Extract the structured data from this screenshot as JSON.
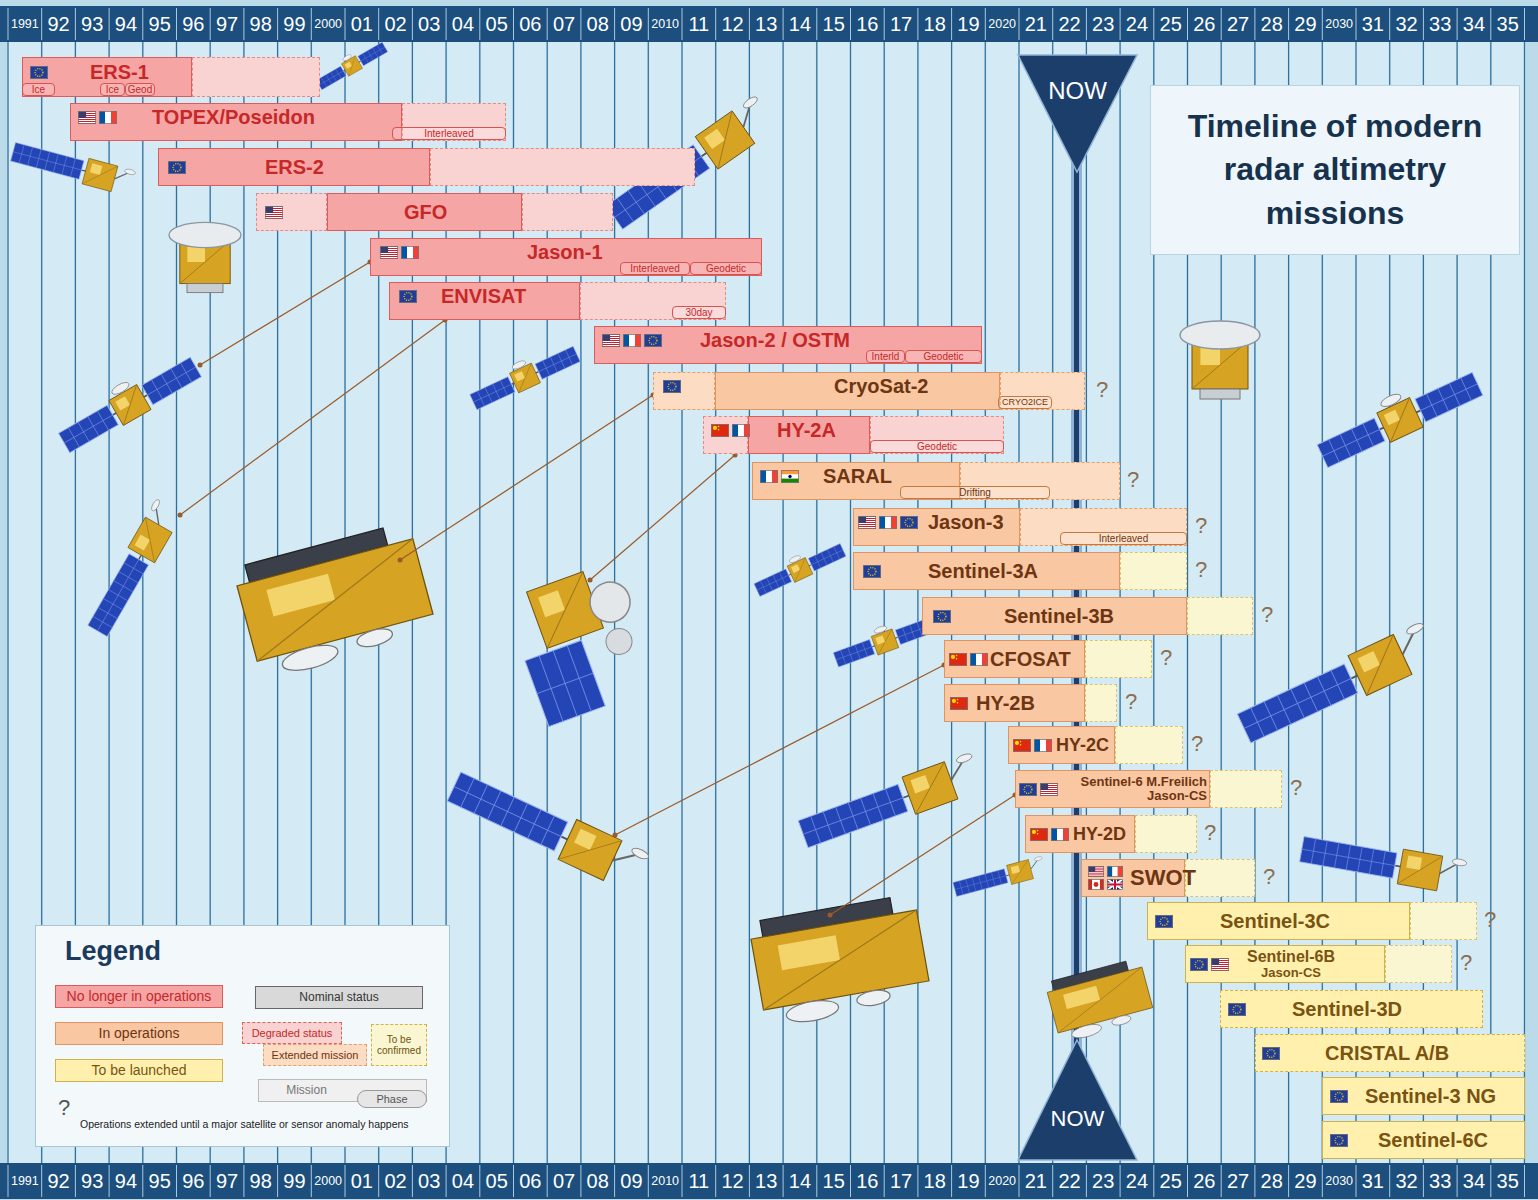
{
  "diagram": {
    "title": "Timeline of modern radar altimetry missions",
    "nodes": [
      {
        "text": [
          "ERS-1"
        ]
      },
      {
        "text": [
          "Ice"
        ],
        "in": 0
      },
      {
        "text": [
          "Ice"
        ],
        "in": 0
      },
      {
        "text": [
          "Geod"
        ],
        "in": 0
      },
      {
        "text": [
          "TOPEX/Poseidon"
        ]
      },
      {
        "text": [
          "Interleaved"
        ],
        "in": 4
      },
      {
        "text": [
          "ERS-2"
        ]
      },
      {
        "text": [
          "GFO"
        ]
      },
      {
        "text": [
          "Jason-1"
        ]
      },
      {
        "text": [
          "Interleaved"
        ],
        "in": 8
      },
      {
        "text": [
          "Geodetic"
        ],
        "in": 8
      },
      {
        "text": [
          "ENVISAT"
        ]
      },
      {
        "text": [
          "30day"
        ],
        "in": 11
      },
      {
        "text": [
          "Jason-2 / OSTM"
        ]
      },
      {
        "text": [
          "Interld"
        ],
        "in": 13
      },
      {
        "text": [
          "Geodetic"
        ],
        "in": 13
      },
      {
        "text": [
          "CryoSat-2"
        ]
      },
      {
        "text": [
          "CRYO2ICE"
        ],
        "in": 16
      },
      {
        "text": [
          "HY-2A"
        ]
      },
      {
        "text": [
          "Geodetic"
        ],
        "in": 18
      },
      {
        "text": [
          "SARAL"
        ]
      },
      {
        "text": [
          "Drifting"
        ],
        "in": 20
      },
      {
        "text": [
          "Jason-3"
        ]
      },
      {
        "text": [
          "Interleaved"
        ],
        "in": 22
      },
      {
        "text": [
          "Sentinel-3A"
        ]
      },
      {
        "text": [
          "Sentinel-3B"
        ]
      },
      {
        "text": [
          "CFOSAT"
        ]
      },
      {
        "text": [
          "HY-2B"
        ]
      },
      {
        "text": [
          "HY-2C"
        ]
      },
      {
        "text": [
          "Sentinel-6 M.Freilich",
          "Jason-CS"
        ]
      },
      {
        "text": [
          "HY-2D"
        ]
      },
      {
        "text": [
          "SWOT"
        ]
      },
      {
        "text": [
          "Sentinel-3C"
        ]
      },
      {
        "text": [
          "Sentinel-6B",
          "Jason-CS"
        ]
      },
      {
        "text": [
          "Sentinel-3D"
        ]
      },
      {
        "text": [
          "CRISTAL A/B"
        ]
      },
      {
        "text": [
          "Sentinel-3 NG"
        ]
      },
      {
        "text": [
          "Sentinel-6C"
        ]
      }
    ],
    "labels": [
      "1991",
      "92",
      "93",
      "94",
      "95",
      "96",
      "97",
      "98",
      "99",
      "2000",
      "01",
      "02",
      "03",
      "04",
      "05",
      "06",
      "07",
      "08",
      "09",
      "2010",
      "11",
      "12",
      "13",
      "14",
      "15",
      "16",
      "17",
      "18",
      "19",
      "2020",
      "21",
      "22",
      "23",
      "24",
      "25",
      "26",
      "27",
      "28",
      "29",
      "2030",
      "31",
      "32",
      "33",
      "34",
      "35",
      "1991",
      "92",
      "93",
      "94",
      "95",
      "96",
      "97",
      "98",
      "99",
      "2000",
      "01",
      "02",
      "03",
      "04",
      "05",
      "06",
      "07",
      "08",
      "09",
      "2010",
      "11",
      "12",
      "13",
      "14",
      "15",
      "16",
      "17",
      "18",
      "19",
      "2020",
      "21",
      "22",
      "23",
      "24",
      "25",
      "26",
      "27",
      "28",
      "29",
      "2030",
      "31",
      "32",
      "33",
      "34",
      "35",
      "NOW",
      "NOW",
      "Legend",
      "?",
      "?",
      "?",
      "?",
      "?",
      "?",
      "?",
      "?",
      "?",
      "?",
      "?",
      "?",
      "?",
      "?"
    ],
    "legend": [
      {
        "text": "No longer in operations",
        "color": "#f6a5a5"
      },
      {
        "text": "In operations",
        "color": "#f9c7a2"
      },
      {
        "text": "To be launched",
        "color": "#fff1ad"
      },
      {
        "text": "Nominal status",
        "color": "#d9d9d9"
      },
      {
        "text": "Degraded status",
        "color": "#f9d2d2"
      },
      {
        "text": "Extended mission",
        "color": "#fcdcc2"
      },
      {
        "text": "To be confirmed",
        "color": "#fbf6d2"
      },
      {
        "text": "Mission"
      },
      {
        "text": "Phase"
      },
      {
        "text": "Operations extended until a major satellite or sensor anomaly happens"
      }
    ]
  }
}
